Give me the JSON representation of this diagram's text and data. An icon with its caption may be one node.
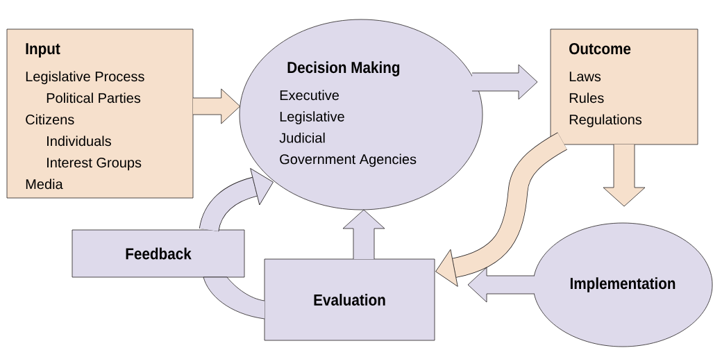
{
  "diagram": {
    "nodes": [
      {
        "text": [
          "Input",
          "Legislative Process",
          "Political Parties",
          "Citizens",
          "Individuals",
          "Interest Groups",
          "Media"
        ]
      },
      {
        "text": [
          "Decision Making",
          "Executive",
          "Legislative",
          "Judicial",
          "Government Agencies"
        ]
      },
      {
        "text": [
          "Outcome",
          "Laws",
          "Rules",
          "Regulations"
        ]
      },
      {
        "text": [
          "Implementation"
        ]
      },
      {
        "text": [
          "Evaluation"
        ]
      },
      {
        "text": [
          "Feedback"
        ]
      }
    ],
    "edges": [
      {
        "from": 0,
        "to": 1,
        "arrow": "to"
      },
      {
        "from": 1,
        "to": 2,
        "arrow": "to"
      },
      {
        "from": 2,
        "to": 3,
        "arrow": "to"
      },
      {
        "from": 3,
        "to": 4,
        "arrow": "to"
      },
      {
        "from": 2,
        "to": 4,
        "arrow": "to"
      },
      {
        "from": 4,
        "to": 5,
        "arrow": "none"
      },
      {
        "from": 5,
        "to": 1,
        "arrow": "to"
      },
      {
        "from": 4,
        "to": 1,
        "arrow": "to"
      }
    ]
  }
}
